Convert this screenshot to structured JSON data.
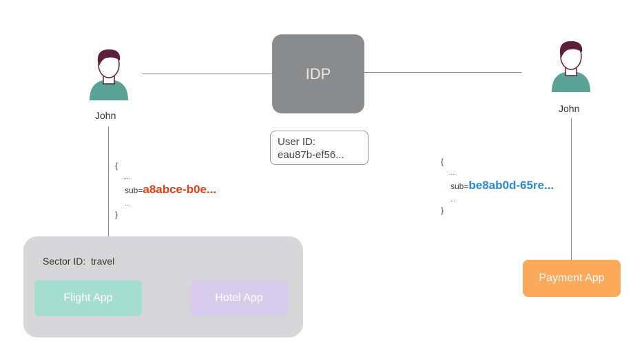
{
  "idp": {
    "label": "IDP"
  },
  "user_id_box": {
    "line1": "User ID:",
    "line2": "eau87b-ef56..."
  },
  "left_user": {
    "name": "John"
  },
  "right_user": {
    "name": "John"
  },
  "left_token": {
    "open": "{",
    "dots_top": "....",
    "sub_key": "sub=",
    "sub_value": "a8abce-b0e...",
    "dots_bottom": "...",
    "close": "}"
  },
  "right_token": {
    "open": "{",
    "dots_top": "....",
    "sub_key": "sub=",
    "sub_value": "be8ab0d-65re...",
    "dots_bottom": "...",
    "close": "}"
  },
  "sector": {
    "label": "Sector ID:  travel"
  },
  "apps": {
    "flight": "Flight App",
    "hotel": "Hotel App",
    "payment": "Payment App"
  },
  "colors": {
    "idp": "#8a8b8d",
    "left_sub_value": "#e03e14",
    "right_sub_value": "#2a8ad4",
    "flight_app": "#a6ddd1",
    "hotel_app": "#d8ccea",
    "payment_app": "#fba95a",
    "sector_bg": "#d7d7d9",
    "user_shirt": "#5aa293",
    "user_hair": "#5b1f38"
  }
}
